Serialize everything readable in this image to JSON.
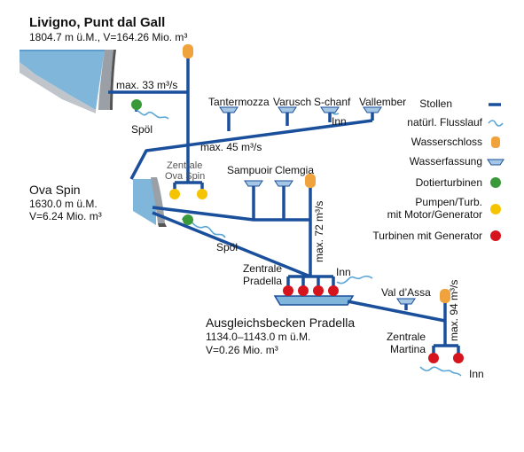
{
  "reservoirs": {
    "livigno": {
      "name": "Livigno, Punt dal Gall",
      "info": "1804.7 m ü.M., V=164.26 Mio. m³"
    },
    "ova_spin": {
      "name": "Ova Spin",
      "altitude": "1630.0 m ü.M.",
      "volume": "V=6.24 Mio. m³"
    },
    "pradella": {
      "name": "Ausgleichsbecken Pradella",
      "altitude": "1134.0–1143.0 m ü.M.",
      "volume": "V=0.26 Mio. m³"
    }
  },
  "flows": {
    "f33": "max. 33 m³/s",
    "f45": "max. 45 m³/s",
    "f72": "max. 72 m³/s",
    "f94": "max. 94 m³/s"
  },
  "intakes": {
    "tantermozza": "Tantermozza",
    "varusch": "Varusch",
    "s_chanf": "S-chanf",
    "vallember": "Vallember",
    "sampuoir": "Sampuoir",
    "clemgia": "Clemgia",
    "val_dassa": "Val d’Assa"
  },
  "rivers": {
    "spoel1": "Spöl",
    "spoel2": "Spöl",
    "inn1": "Inn",
    "inn2": "Inn",
    "inn3": "Inn"
  },
  "plants": {
    "ova_spin_1": "Zentrale",
    "ova_spin_2": "Ova Spin",
    "pradella_1": "Zentrale",
    "pradella_2": "Pradella",
    "martina_1": "Zentrale",
    "martina_2": "Martina"
  },
  "legend": {
    "stollen": "Stollen",
    "fluss": "natürl. Flusslauf",
    "schloss": "Wasserschloss",
    "fassung": "Wasserfassung",
    "dotier": "Dotierturbinen",
    "pumpen1": "Pumpen/Turb.",
    "pumpen2": "mit Motor/Generator",
    "turbinen": "Turbinen mit Generator"
  },
  "colors": {
    "tunnel": "#1a4f9c",
    "water": "#7fb6d9",
    "river": "#5aa6d6",
    "surge": "#f0a23c",
    "intake": "#a6c7e3",
    "green": "#3a9a3a",
    "yellow": "#f5c400",
    "red": "#d6141e"
  }
}
